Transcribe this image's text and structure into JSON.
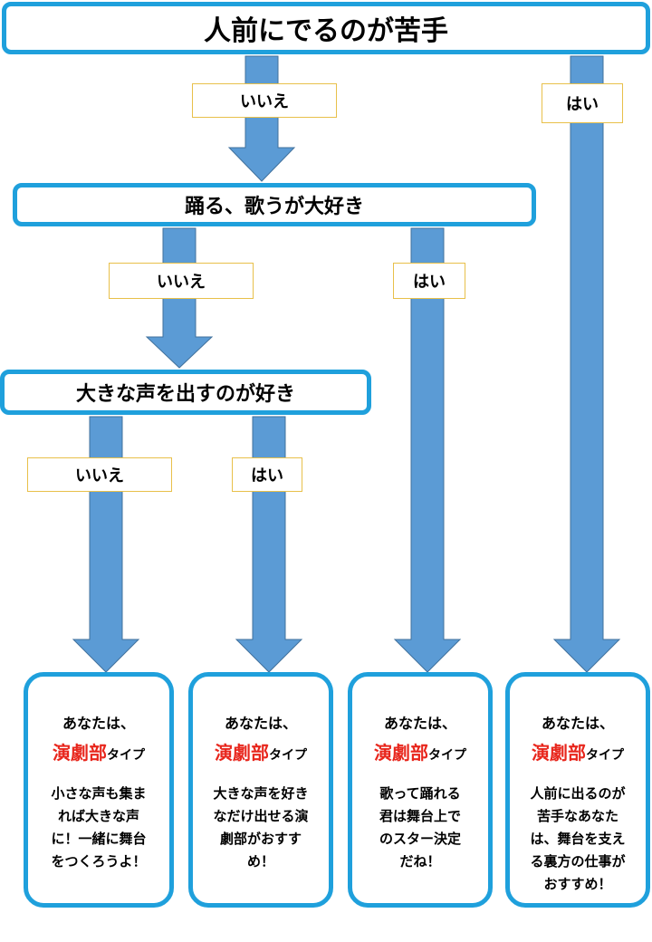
{
  "questions": {
    "q1": "人前にでるのが苦手",
    "q2": "踊る、歌うが大好き",
    "q3": "大きな声を出すのが好き"
  },
  "labels": {
    "no": "いいえ",
    "yes": "はい"
  },
  "results": [
    {
      "intro": "あなたは、",
      "club": "演劇部",
      "type": "タイプ",
      "description": "小さな声も集まれば大きな声に！一緒に舞台をつくろうよ！"
    },
    {
      "intro": "あなたは、",
      "club": "演劇部",
      "type": "タイプ",
      "description": "大きな声を好きなだけ出せる演劇部がおすすめ！"
    },
    {
      "intro": "あなたは、",
      "club": "演劇部",
      "type": "タイプ",
      "description": "歌って踊れる君は舞台上でのスター決定だね！"
    },
    {
      "intro": "あなたは、",
      "club": "演劇部",
      "type": "タイプ",
      "description": "人前に出るのが苦手なあなたは、舞台を支える裏方の仕事がおすすめ！"
    }
  ],
  "colors": {
    "box_border": "#1fa0dc",
    "arrow_fill": "#5b9bd5",
    "arrow_stroke": "#41719c",
    "label_border": "#e8c04a",
    "club_text": "#e8261c"
  }
}
